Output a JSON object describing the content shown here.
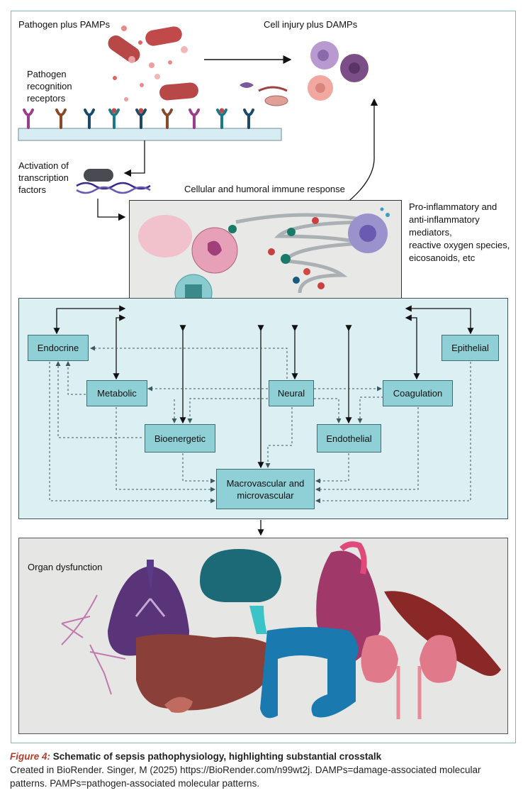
{
  "top": {
    "pamps": "Pathogen plus PAMPs",
    "damps": "Cell injury plus DAMPs",
    "receptors": [
      "Pathogen",
      "recognition",
      "receptors"
    ],
    "transcription": [
      "Activation of",
      "transcription",
      "factors"
    ],
    "immune": "Cellular and humoral immune response",
    "mediators": [
      "Pro-inflammatory and",
      "anti-inflammatory",
      "mediators,",
      "reactive oxygen species,",
      "eicosanoids, etc"
    ]
  },
  "systems": {
    "endocrine": "Endocrine",
    "epithelial": "Epithelial",
    "metabolic": "Metabolic",
    "neural": "Neural",
    "coagulation": "Coagulation",
    "bioenergetic": "Bioenergetic",
    "endothelial": "Endothelial",
    "macro": [
      "Macrovascular and",
      "microvascular"
    ]
  },
  "organs": {
    "title": "Organ dysfunction"
  },
  "caption": {
    "figure": "Figure 4:",
    "title": " Schematic of sepsis pathophysiology, highlighting substantial crosstalk",
    "line1": "Created in BioRender. Singer, M (2025) https://BioRender.com/n99wt2j. DAMPs=damage-associated molecular",
    "line2": "patterns. PAMPs=pathogen-associated molecular patterns."
  },
  "colors": {
    "box": "#8fd0d6",
    "panel": "#dcf0f3",
    "accent": "#b1402b",
    "arrow": "#3c5a5e"
  }
}
